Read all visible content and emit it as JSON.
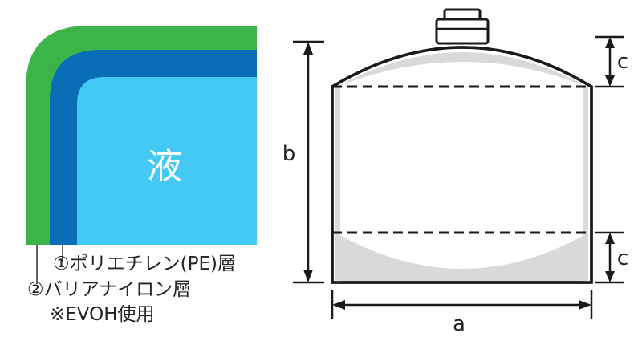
{
  "layers": {
    "liquid_label": "液",
    "layer1_label": "①ポリエチレン(PE)層",
    "layer2_label": "②バリアナイロン層",
    "layer2_note": "※EVOH使用"
  },
  "dimensions": {
    "width_label": "a",
    "height_label": "b",
    "top_dome_label": "c",
    "bottom_dome_label": "c"
  },
  "colors": {
    "outer_layer": "#3BB54A",
    "barrier_layer": "#0A6DB7",
    "liquid": "#44C8F4",
    "tank_stroke": "#1A1A1A",
    "tank_fill_light": "#D9D9D9"
  }
}
